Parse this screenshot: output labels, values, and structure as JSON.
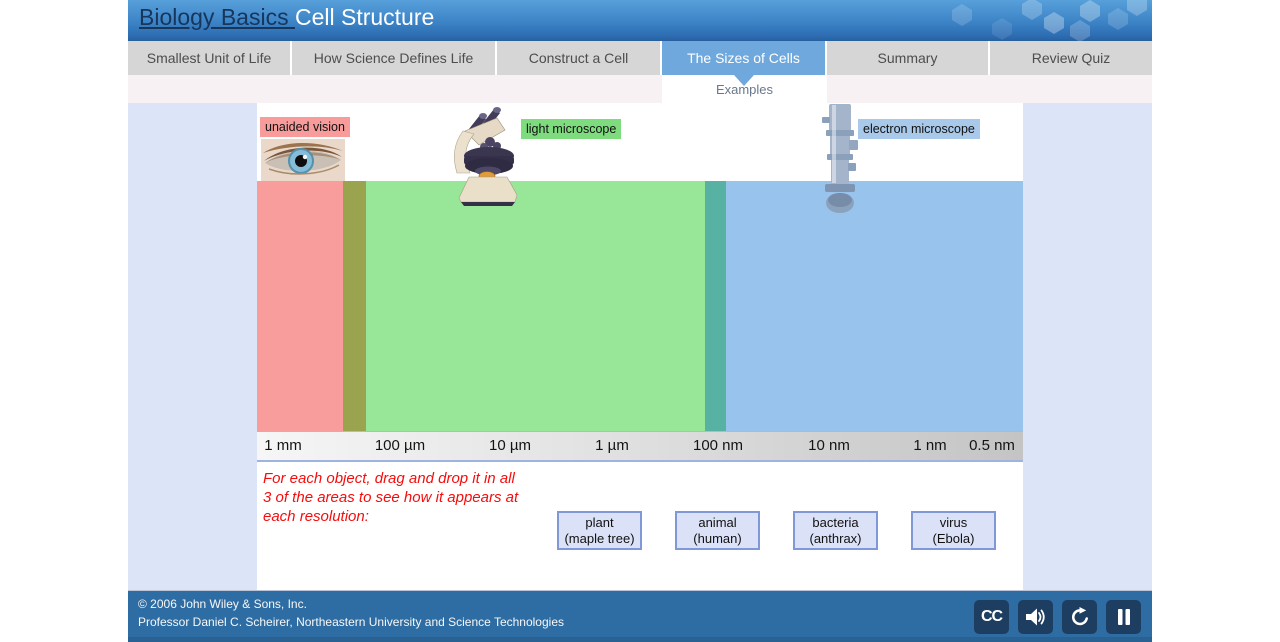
{
  "header": {
    "brand": "Biology Basics ",
    "title": "Cell Structure"
  },
  "nav": {
    "tabs": [
      {
        "label": "Smallest Unit of Life",
        "active": false
      },
      {
        "label": "How Science Defines Life",
        "active": false
      },
      {
        "label": "Construct a Cell",
        "active": false
      },
      {
        "label": "The Sizes of Cells",
        "active": true
      },
      {
        "label": "Summary",
        "active": false
      },
      {
        "label": "Review Quiz",
        "active": false
      }
    ],
    "active_color": "#6fa8dc"
  },
  "subnav": {
    "active_item": "Examples"
  },
  "diagram": {
    "zone_labels": [
      {
        "label": "unaided vision",
        "color": "#f79b9b"
      },
      {
        "label": "light microscope",
        "color": "#7edc7e"
      },
      {
        "label": "electron microscope",
        "color": "#a9c9ea"
      }
    ],
    "bands": [
      {
        "name": "unaided-vision-zone",
        "color": "#f89c9c"
      },
      {
        "name": "unaided-light-overlap-zone",
        "color": "#9aa44f"
      },
      {
        "name": "light-microscope-zone",
        "color": "#98e698"
      },
      {
        "name": "light-electron-overlap-zone",
        "color": "#57b2a3"
      },
      {
        "name": "electron-microscope-zone",
        "color": "#98c3ec"
      }
    ],
    "scale_ticks": [
      "1 mm",
      "100 µm",
      "10 µm",
      "1 µm",
      "100 nm",
      "10 nm",
      "1 nm",
      "0.5 nm"
    ]
  },
  "instruction": {
    "line1": "For each object, drag and drop it in all",
    "line2": "3 of the areas to see how it appears at",
    "line3": "each resolution:"
  },
  "drag_items": [
    {
      "line1": "plant",
      "line2": "(maple tree)"
    },
    {
      "line1": "animal",
      "line2": "(human)"
    },
    {
      "line1": "bacteria",
      "line2": "(anthrax)"
    },
    {
      "line1": "virus",
      "line2": "(Ebola)"
    }
  ],
  "footer": {
    "copyright": "© 2006 John Wiley & Sons, Inc.",
    "credit": "Professor Daniel C. Scheirer, Northeastern University and Science Technologies",
    "controls": {
      "captions_label": "CC"
    }
  }
}
